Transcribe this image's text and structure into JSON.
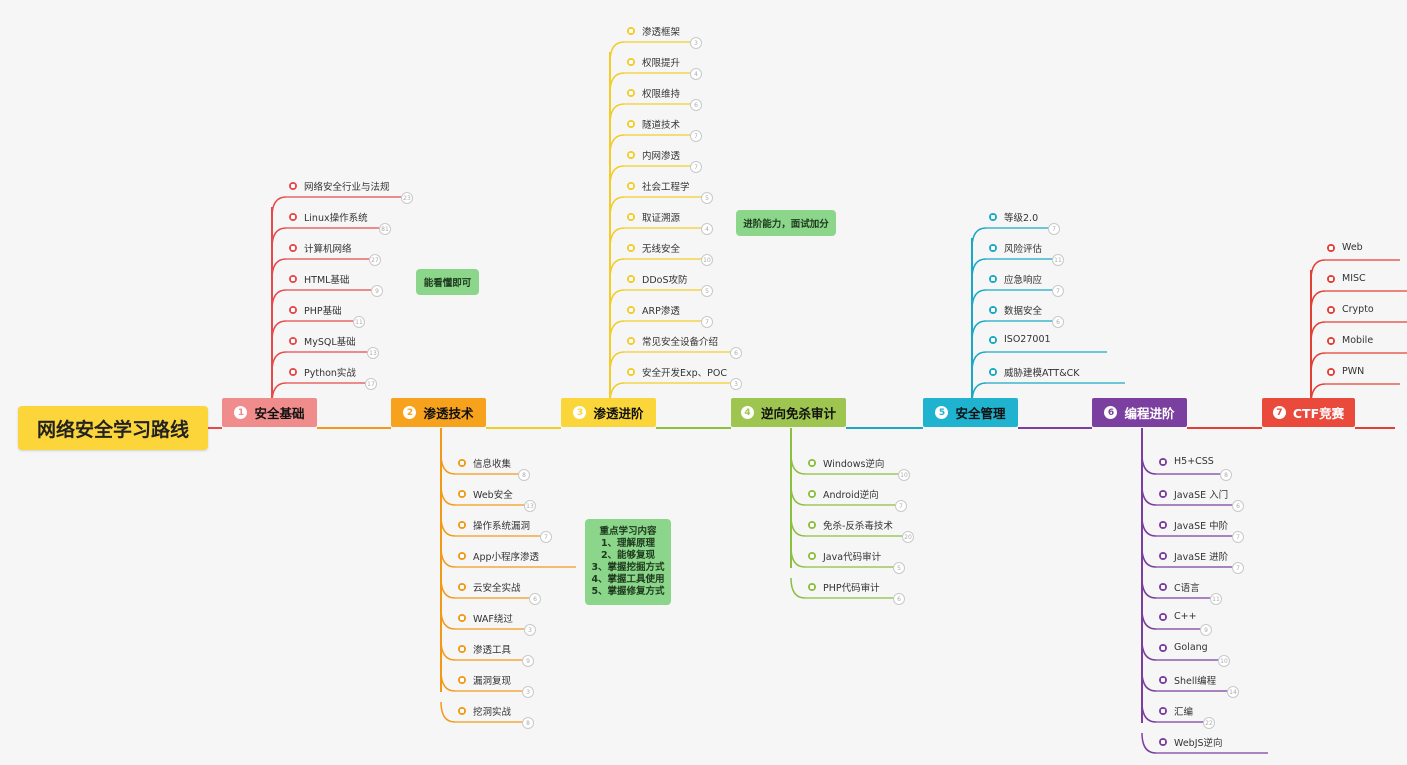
{
  "root": {
    "title": "网络安全学习路线"
  },
  "branches": [
    {
      "id": "b1",
      "num": "1",
      "label": "安全基础",
      "color": "#f08c8c",
      "line": "#e54b4b",
      "items": [
        {
          "label": "网络安全行业与法规",
          "count": "23"
        },
        {
          "label": "Linux操作系统",
          "count": "81"
        },
        {
          "label": "计算机网络",
          "count": "27"
        },
        {
          "label": "HTML基础",
          "count": "9"
        },
        {
          "label": "PHP基础",
          "count": "11"
        },
        {
          "label": "MySQL基础",
          "count": "13"
        },
        {
          "label": "Python实战",
          "count": "17"
        }
      ]
    },
    {
      "id": "b2",
      "num": "2",
      "label": "渗透技术",
      "color": "#f7a21c",
      "line": "#f29a18",
      "items": [
        {
          "label": "信息收集",
          "count": "8"
        },
        {
          "label": "Web安全",
          "count": "13"
        },
        {
          "label": "操作系统漏洞",
          "count": "7"
        },
        {
          "label": "App小程序渗透",
          "count": ""
        },
        {
          "label": "云安全实战",
          "count": "6"
        },
        {
          "label": "WAF绕过",
          "count": "3"
        },
        {
          "label": "渗透工具",
          "count": "9"
        },
        {
          "label": "漏洞复现",
          "count": "3"
        },
        {
          "label": "挖洞实战",
          "count": "8"
        }
      ]
    },
    {
      "id": "b3",
      "num": "3",
      "label": "渗透进阶",
      "color": "#fbd63a",
      "line": "#f2cc2a",
      "items": [
        {
          "label": "渗透框架",
          "count": "3"
        },
        {
          "label": "权限提升",
          "count": "4"
        },
        {
          "label": "权限维持",
          "count": "6"
        },
        {
          "label": "隧道技术",
          "count": "7"
        },
        {
          "label": "内网渗透",
          "count": "7"
        },
        {
          "label": "社会工程学",
          "count": "5"
        },
        {
          "label": "取证溯源",
          "count": "4"
        },
        {
          "label": "无线安全",
          "count": "10"
        },
        {
          "label": "DDoS攻防",
          "count": "5"
        },
        {
          "label": "ARP渗透",
          "count": "7"
        },
        {
          "label": "常见安全设备介绍",
          "count": "6"
        },
        {
          "label": "安全开发Exp、POC",
          "count": "3"
        }
      ]
    },
    {
      "id": "b4",
      "num": "4",
      "label": "逆向免杀审计",
      "color": "#9dc54f",
      "line": "#8cbf3f",
      "items": [
        {
          "label": "Windows逆向",
          "count": "10"
        },
        {
          "label": "Android逆向",
          "count": "7"
        },
        {
          "label": "免杀-反杀毒技术",
          "count": "20"
        },
        {
          "label": "Java代码审计",
          "count": "5"
        },
        {
          "label": "PHP代码审计",
          "count": "6"
        }
      ]
    },
    {
      "id": "b5",
      "num": "5",
      "label": "安全管理",
      "color": "#1fb3cf",
      "line": "#1aa9c4",
      "items": [
        {
          "label": "等级2.0",
          "count": "7"
        },
        {
          "label": "风险评估",
          "count": "11"
        },
        {
          "label": "应急响应",
          "count": "7"
        },
        {
          "label": "数据安全",
          "count": "6"
        },
        {
          "label": "ISO27001",
          "count": ""
        },
        {
          "label": "威胁建模ATT&CK",
          "count": ""
        }
      ]
    },
    {
      "id": "b6",
      "num": "6",
      "label": "编程进阶",
      "color": "#7b3fa0",
      "line": "#7b3fa0",
      "items": [
        {
          "label": "H5+CSS",
          "count": "8"
        },
        {
          "label": "JavaSE 入门",
          "count": "6"
        },
        {
          "label": "JavaSE 中阶",
          "count": "7"
        },
        {
          "label": "JavaSE 进阶",
          "count": "7"
        },
        {
          "label": "C语言",
          "count": "11"
        },
        {
          "label": "C++",
          "count": "9"
        },
        {
          "label": "Golang",
          "count": "10"
        },
        {
          "label": "Shell编程",
          "count": "14"
        },
        {
          "label": "汇编",
          "count": "22"
        },
        {
          "label": "WebJS逆向",
          "count": ""
        }
      ]
    },
    {
      "id": "b7",
      "num": "7",
      "label": "CTF竞赛",
      "color": "#e94a3c",
      "line": "#e34035",
      "items": [
        {
          "label": "Web",
          "count": ""
        },
        {
          "label": "MISC",
          "count": ""
        },
        {
          "label": "Crypto",
          "count": ""
        },
        {
          "label": "Mobile",
          "count": ""
        },
        {
          "label": "PWN",
          "count": ""
        }
      ]
    }
  ],
  "notes": {
    "basic": "能看懂即可",
    "advanced": "进阶能力，面试加分",
    "focus": [
      "重点学习内容",
      "1、理解原理",
      "2、能够复现",
      "3、掌握挖掘方式",
      "4、掌握工具使用",
      "5、掌握修复方式"
    ]
  },
  "colors": {
    "note_bg": "#8bd68a",
    "root_bg": "#fcd53b"
  }
}
